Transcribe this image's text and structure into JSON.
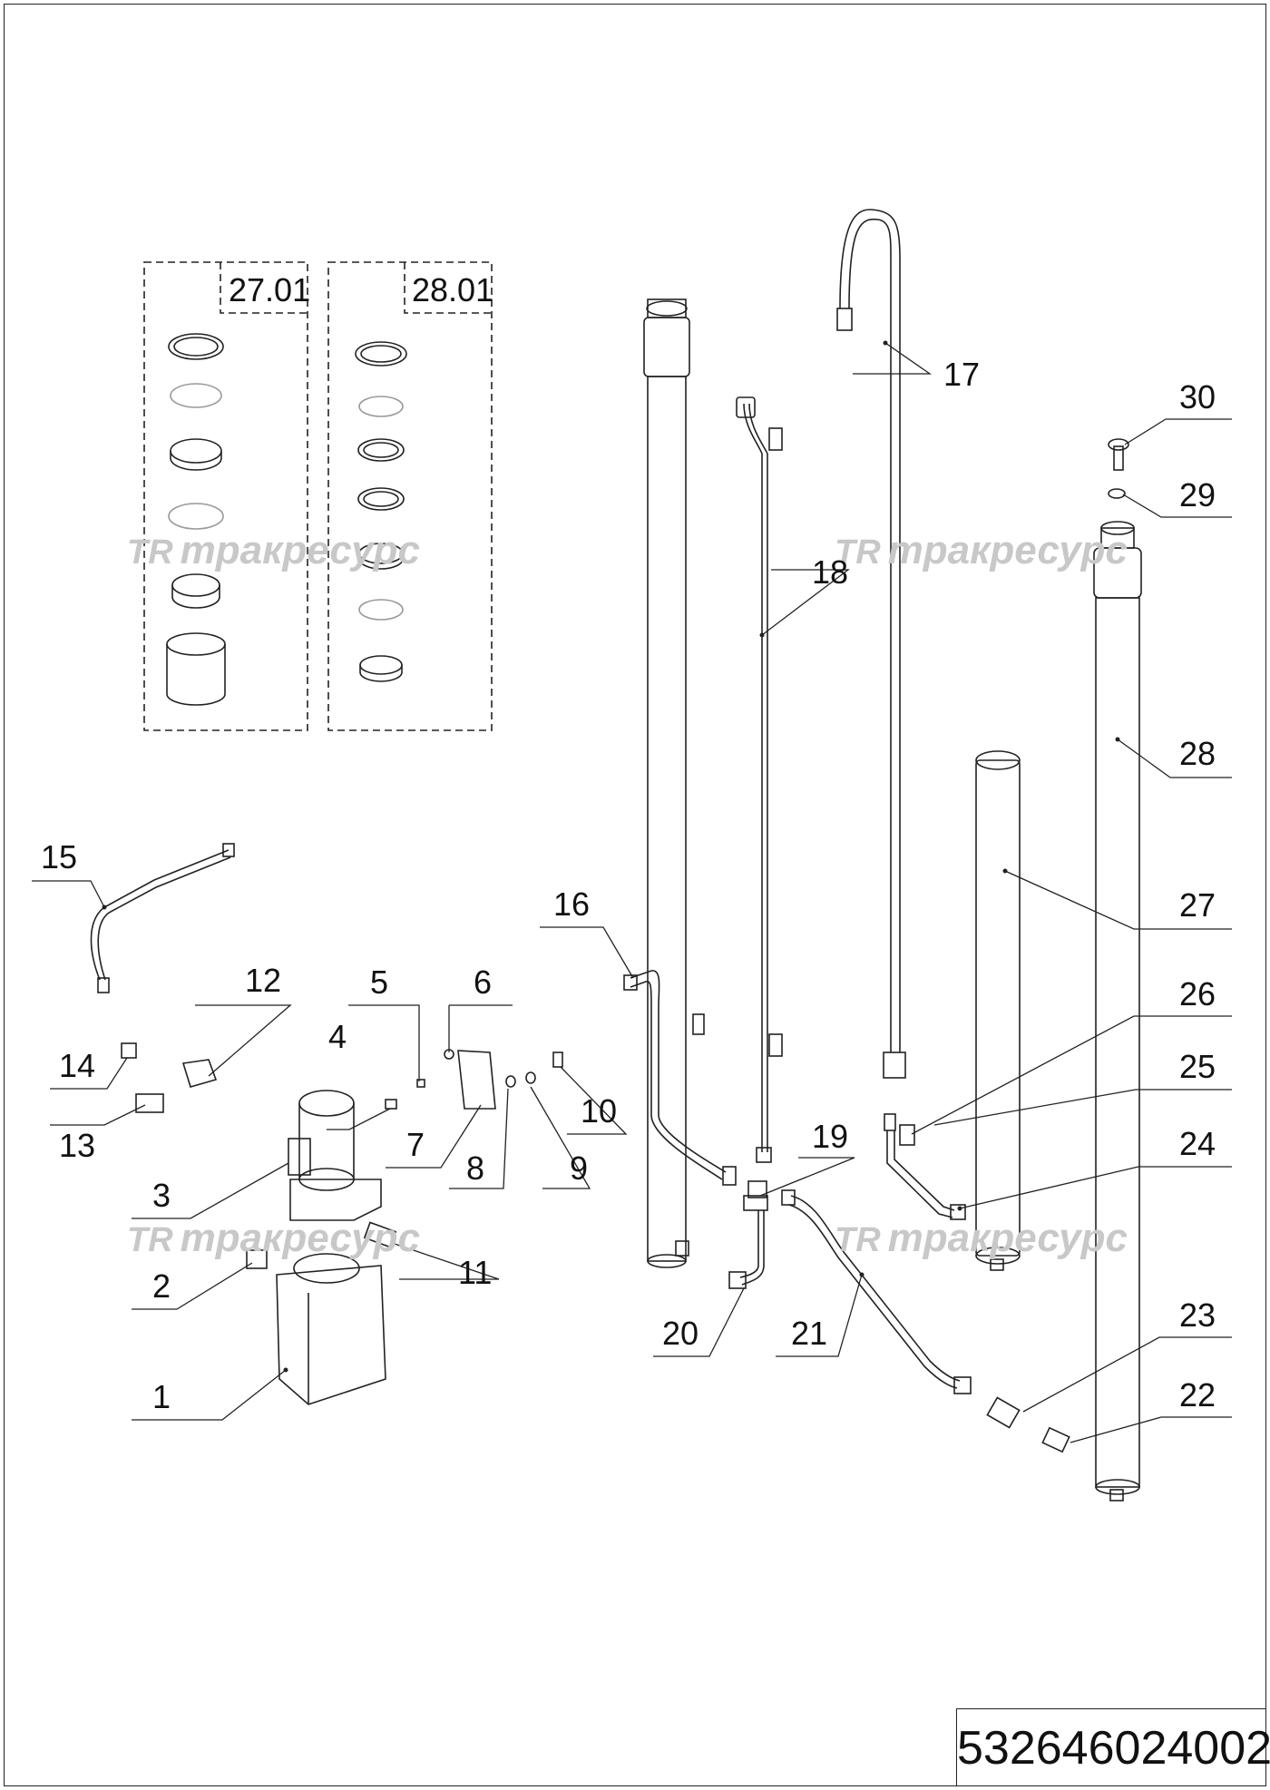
{
  "drawing": {
    "document_number": "532646024002",
    "kits": [
      {
        "label": "27.01"
      },
      {
        "label": "28.01"
      }
    ],
    "watermark": {
      "logo": "TR",
      "text": "тракресурс"
    },
    "callouts": [
      "1",
      "2",
      "3",
      "4",
      "5",
      "6",
      "7",
      "8",
      "9",
      "10",
      "11",
      "12",
      "13",
      "14",
      "15",
      "16",
      "17",
      "18",
      "19",
      "20",
      "21",
      "22",
      "23",
      "24",
      "25",
      "26",
      "27",
      "28",
      "29",
      "30"
    ]
  }
}
